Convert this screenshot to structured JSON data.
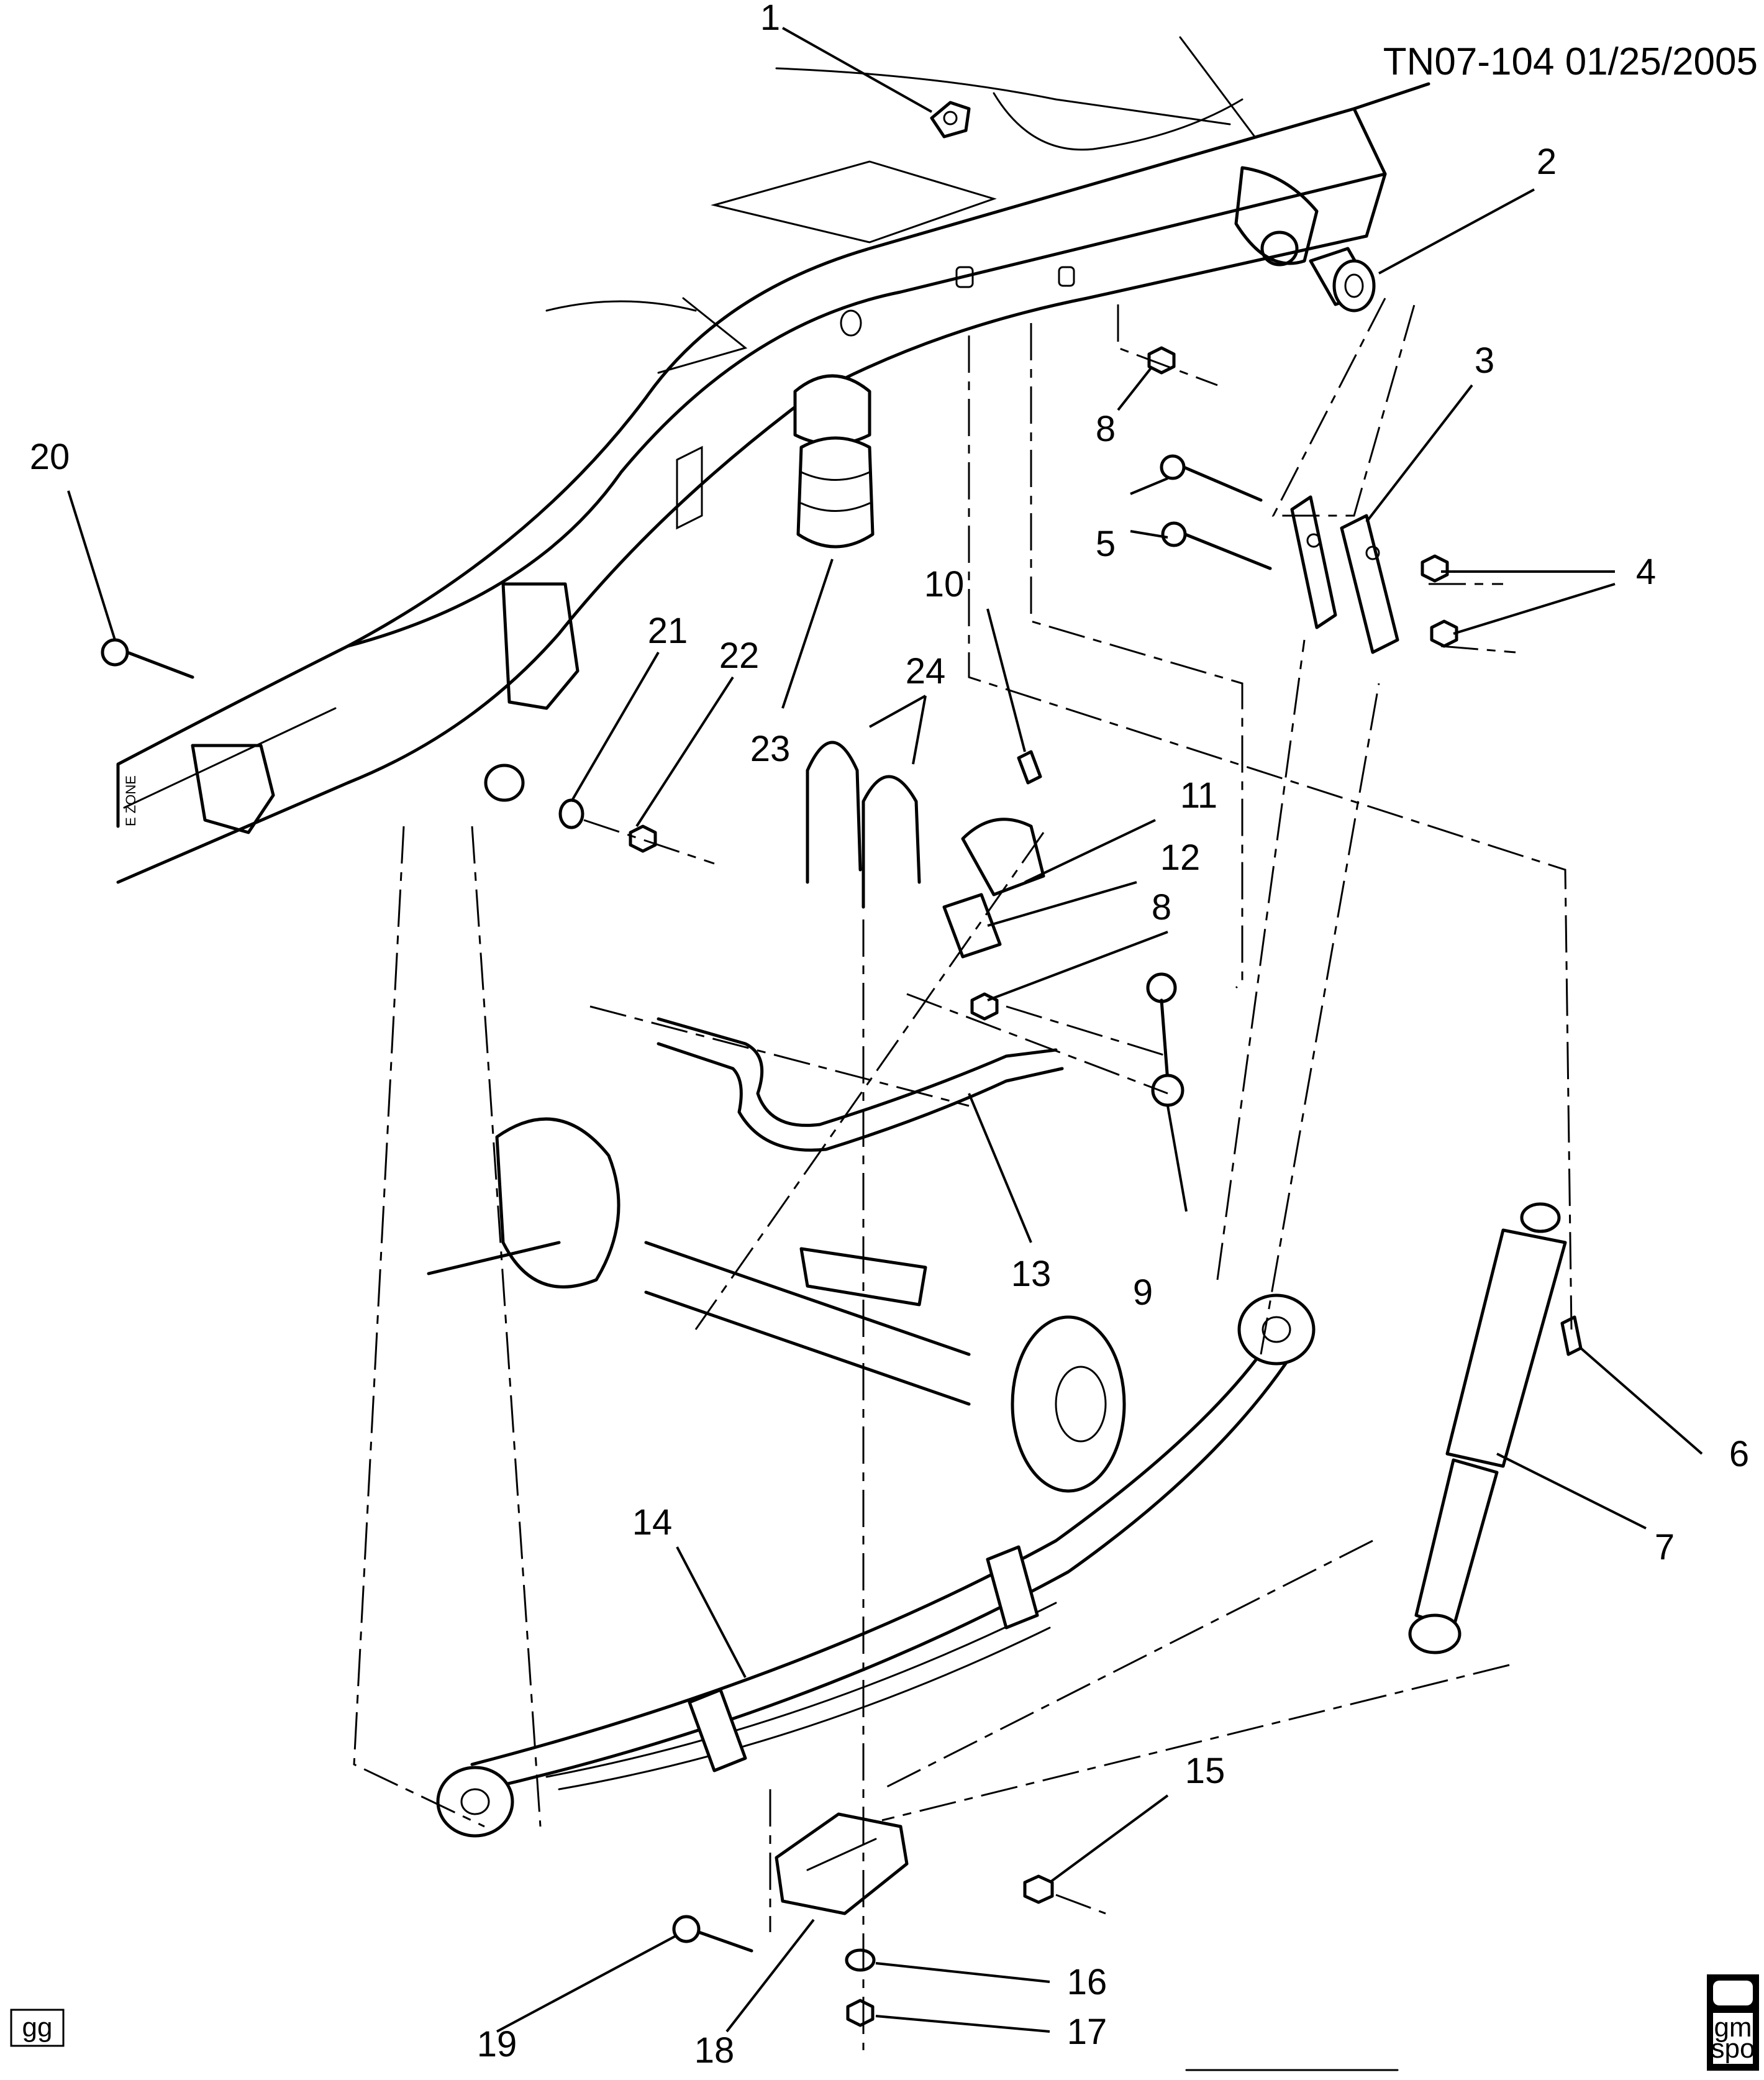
{
  "header": {
    "drawing_id": "TN07-104 01/25/2005"
  },
  "frame_label": "E ZONE",
  "footer": {
    "tag_left": "gg",
    "logo_top": "gm",
    "logo_bottom": "spo"
  },
  "callouts": [
    {
      "id": "c1",
      "text": "1"
    },
    {
      "id": "c2",
      "text": "2"
    },
    {
      "id": "c3",
      "text": "3"
    },
    {
      "id": "c4",
      "text": "4"
    },
    {
      "id": "c5",
      "text": "5"
    },
    {
      "id": "c6",
      "text": "6"
    },
    {
      "id": "c7",
      "text": "7"
    },
    {
      "id": "c8a",
      "text": "8"
    },
    {
      "id": "c8b",
      "text": "8"
    },
    {
      "id": "c9",
      "text": "9"
    },
    {
      "id": "c10",
      "text": "10"
    },
    {
      "id": "c11",
      "text": "11"
    },
    {
      "id": "c12",
      "text": "12"
    },
    {
      "id": "c13",
      "text": "13"
    },
    {
      "id": "c14",
      "text": "14"
    },
    {
      "id": "c15",
      "text": "15"
    },
    {
      "id": "c16",
      "text": "16"
    },
    {
      "id": "c17",
      "text": "17"
    },
    {
      "id": "c18",
      "text": "18"
    },
    {
      "id": "c19",
      "text": "19"
    },
    {
      "id": "c20",
      "text": "20"
    },
    {
      "id": "c21",
      "text": "21"
    },
    {
      "id": "c22",
      "text": "22"
    },
    {
      "id": "c23",
      "text": "23"
    },
    {
      "id": "c24",
      "text": "24"
    }
  ]
}
